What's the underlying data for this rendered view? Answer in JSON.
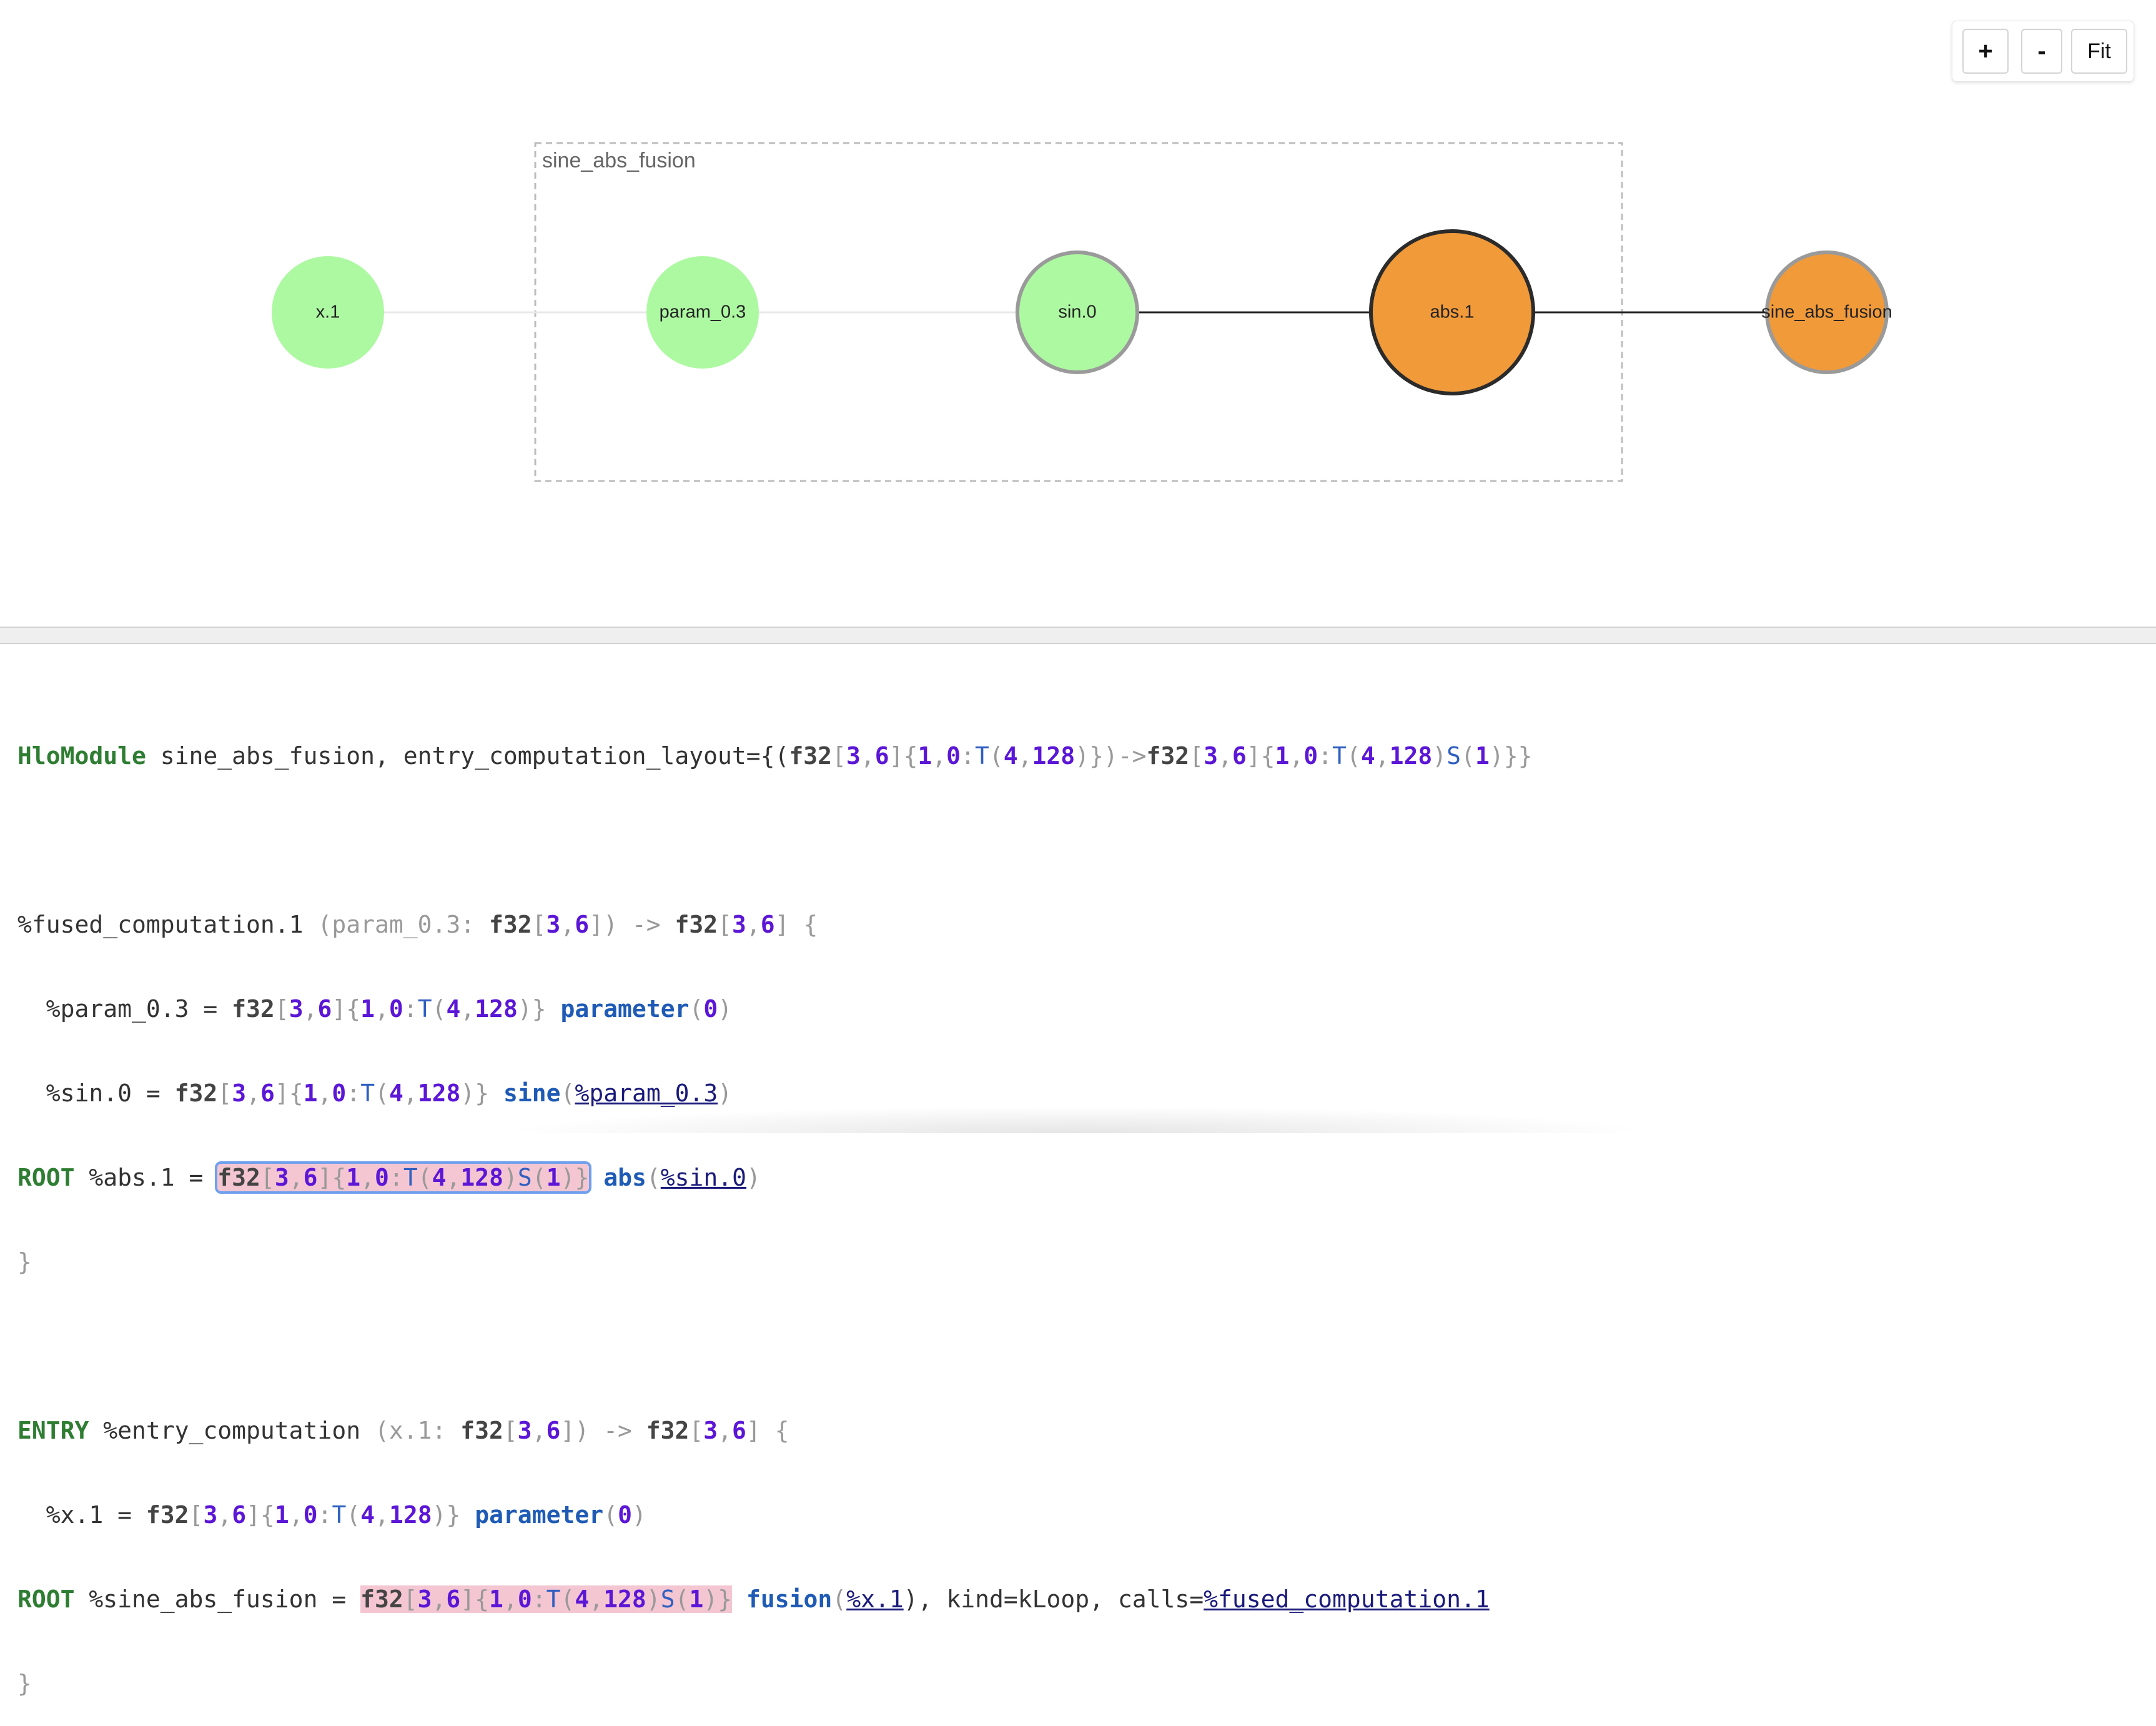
{
  "zoom": {
    "plus": "+",
    "minus": "-",
    "fit": "Fit"
  },
  "graph": {
    "cluster_label": "sine_abs_fusion",
    "nodes": [
      {
        "id": "x1",
        "label": "x.1",
        "fill": "#adf9a2"
      },
      {
        "id": "param03",
        "label": "param_0.3",
        "fill": "#adf9a2"
      },
      {
        "id": "sin0",
        "label": "sin.0",
        "fill": "#adf9a2"
      },
      {
        "id": "abs1",
        "label": "abs.1",
        "fill": "#f19a39"
      },
      {
        "id": "fusion",
        "label": "sine_abs_fusion",
        "fill": "#f19a39"
      }
    ]
  },
  "code": {
    "l1": {
      "kw": "HloModule",
      "text": " sine_abs_fusion, entry_computation_layout={("
    },
    "l3": {
      "name": "%fused_computation.1",
      "sig_start": " (param_0.3: "
    },
    "l4": {
      "lhs": "  %param_0.3 = ",
      "op": "parameter"
    },
    "l5": {
      "lhs": "  %sin.0 = ",
      "op": "sine",
      "arg": "%param_0.3"
    },
    "l6": {
      "kw": "ROOT",
      "lhs": " %abs.1 = ",
      "op": "abs",
      "arg": "%sin.0"
    },
    "l8": {
      "kw": "ENTRY",
      "name": " %entry_computation",
      "sig_start": " (x.1: "
    },
    "l9": {
      "lhs": "  %x.1 = ",
      "op": "parameter"
    },
    "l10": {
      "kw": "ROOT",
      "lhs": " %sine_abs_fusion = ",
      "op": "fusion",
      "arg": "%x.1",
      "kind": "), kind=kLoop, calls=",
      "calls": "%fused_computation.1"
    }
  }
}
